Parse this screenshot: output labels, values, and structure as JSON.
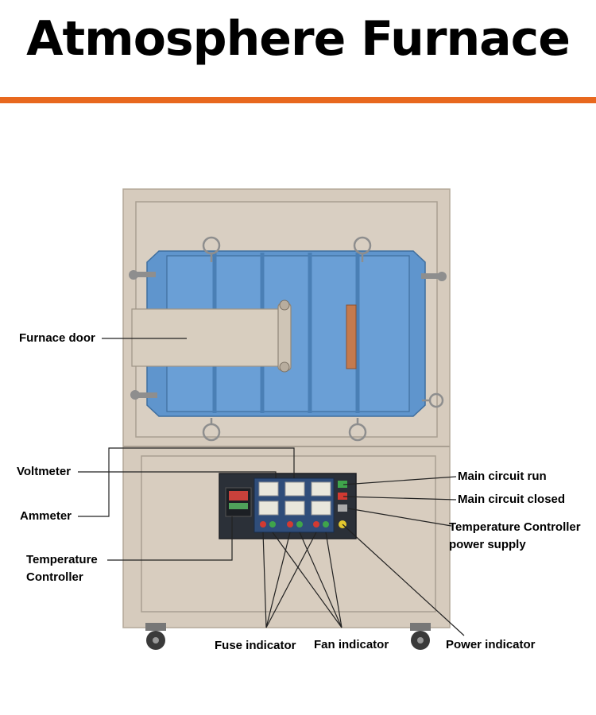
{
  "title": "Atmosphere Furnace",
  "colors": {
    "accent_rule": "#e8681e",
    "cabinet": "#d6cbbd",
    "door_panel": "#5f95cd",
    "control_panel": "#2b3038"
  },
  "labels": {
    "furnace_door": "Furnace door",
    "voltmeter": "Voltmeter",
    "ammeter": "Ammeter",
    "temp_controller_1": "Temperature",
    "temp_controller_2": "Controller",
    "main_circuit_run": "Main circuit run",
    "main_circuit_closed": "Main circuit closed",
    "tc_power_1": "Temperature Controller",
    "tc_power_2": "power supply",
    "fuse_indicator": "Fuse indicator",
    "fan_indicator": "Fan indicator",
    "power_indicator": "Power indicator"
  }
}
